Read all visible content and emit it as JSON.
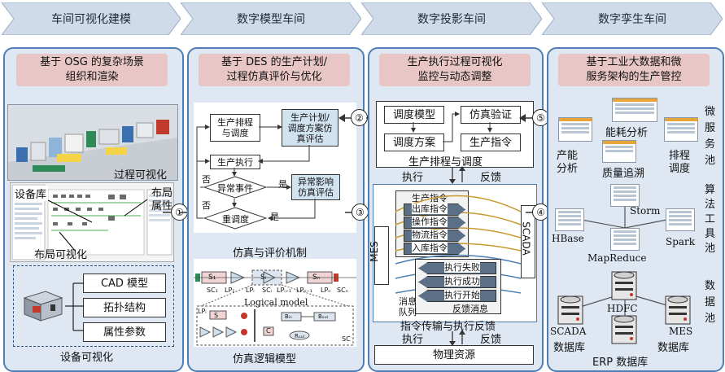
{
  "stages": [
    {
      "title": "车间可视化建模"
    },
    {
      "title": "数字模型车间"
    },
    {
      "title": "数字投影车间"
    },
    {
      "title": "数字孪生车间"
    }
  ],
  "panel1": {
    "header": "基于 OSG 的复杂场景组织和渲染",
    "header_line1": "基于 OSG 的复杂场景",
    "header_line2": "组织和渲染",
    "process_vis": "过程可视化",
    "equipment_lib": "设备库",
    "layout_attr_1": "布局",
    "layout_attr_2": "属性",
    "layout_vis": "布局可视化",
    "items": [
      "CAD 模型",
      "拓扑结构",
      "属性参数"
    ],
    "footer": "设备可视化"
  },
  "panel2": {
    "header_line1": "基于 DES 的生产计划/",
    "header_line2": "过程仿真评价与优化",
    "box_schedule_1": "生产排程",
    "box_schedule_2": "与调度",
    "box_plan_1": "生产计划/",
    "box_plan_2": "调度方案仿",
    "box_plan_3": "真评估",
    "box_exec": "生产执行",
    "box_abnormal": "异常事件",
    "box_abn_eval_1": "异常影响",
    "box_abn_eval_2": "仿真评估",
    "box_reschedule": "重调度",
    "yes": "是",
    "no": "否",
    "mechanism": "仿真与评价机制",
    "logical_model": "Logical model",
    "footer": "仿真逻辑模型",
    "s1": "S₁",
    "si": "Sᵢ",
    "sn": "Sₙ",
    "sc1": "SC₁",
    "sci": "SCᵢ",
    "scn": "SCₙ",
    "lp1": "LP₁",
    "lpi": "LPᵢ",
    "lpi1": "LPᵢ₊₁",
    "lpn1": "LPₙ₋₁",
    "lpn": "LPₙ",
    "lpi_b": "LPᵢ",
    "s_b": "S",
    "c_b": "C",
    "sc_b": "SC",
    "b_in": "Bᵢₙ",
    "b_out": "Bₒᵤₜ",
    "r_out": "Rₒᵤₜ"
  },
  "panel3": {
    "header_line1": "生产执行过程可视化",
    "header_line2": "监控与动态调整",
    "sched_model": "调度模型",
    "sim_verify": "仿真验证",
    "sched_plan": "调度方案",
    "prod_cmd": "生产指令",
    "sched_title": "生产排程与调度",
    "exec": "执行",
    "feedback": "反馈",
    "queue_title": "生产指令",
    "queue_items": [
      "出库指令",
      "操作指令",
      "物流指令",
      "入库指令"
    ],
    "mes": "MES",
    "scada": "SCADA",
    "fb_items": [
      "执行失败",
      "执行成功",
      "执行开始"
    ],
    "msg_queue_1": "消息",
    "msg_queue_2": "队列",
    "fb_msg": "反馈消息",
    "transfer_title": "指令传输与执行反馈",
    "exec2": "执行",
    "feedback2": "反馈",
    "physical": "物理资源"
  },
  "panel4": {
    "header_line1": "基于工业大数据和微",
    "header_line2": "服务架构的生产管控",
    "energy": "能耗分析",
    "capacity_1": "产能",
    "capacity_2": "分析",
    "quality": "质量追溯",
    "schedule_1": "排程",
    "schedule_2": "调度",
    "micro_1": "微",
    "micro_2": "服",
    "micro_3": "务",
    "micro_4": "池",
    "storm": "Storm",
    "hbase": "HBase",
    "spark": "Spark",
    "mapreduce": "MapReduce",
    "algo_1": "算",
    "algo_2": "法",
    "algo_3": "工",
    "algo_4": "具",
    "algo_5": "池",
    "hdfc": "HDFC",
    "scada_db_1": "SCADA",
    "scada_db_2": "数据库",
    "mes_db_1": "MES",
    "mes_db_2": "数据库",
    "erp_db": "ERP 数据库",
    "data_1": "数",
    "data_2": "据",
    "data_3": "池"
  },
  "connectors": {
    "c1": "①",
    "c2": "②",
    "c3": "③",
    "c4": "④",
    "c5": "⑤"
  },
  "colors": {
    "panel_border": "#4d7fb5",
    "panel_bg": "#dfe7f2",
    "header_bg": "#e8c6c6",
    "chevron": "#cfdbe9"
  }
}
